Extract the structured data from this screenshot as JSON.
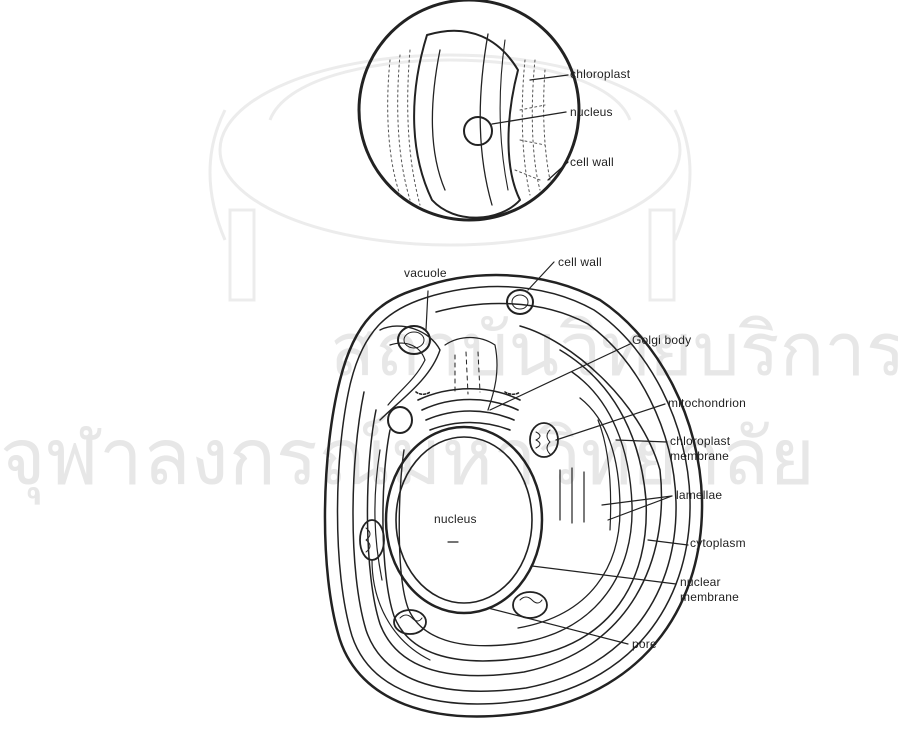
{
  "watermark": {
    "line1": "สถาบันวิทยบริการ",
    "line2": "จุฬาลงกรณ์มหาวิทยาลัย"
  },
  "diagram": {
    "top_cell": {
      "labels": {
        "chloroplast": "chloroplast",
        "nucleus": "nucleus",
        "cell_wall": "cell wall"
      }
    },
    "bottom_cell": {
      "labels": {
        "vacuole": "vacuole",
        "cell_wall": "cell wall",
        "golgi_body": "Golgi body",
        "mitochondrion": "mitochondrion",
        "chloroplast_membrane_1": "chloroplast",
        "chloroplast_membrane_2": "membrane",
        "lamellae": "lamellae",
        "nucleus": "nucleus",
        "cytoplasm": "cytoplasm",
        "nuclear_membrane_1": "nuclear",
        "nuclear_membrane_2": "membrane",
        "pore": "pore"
      }
    }
  }
}
